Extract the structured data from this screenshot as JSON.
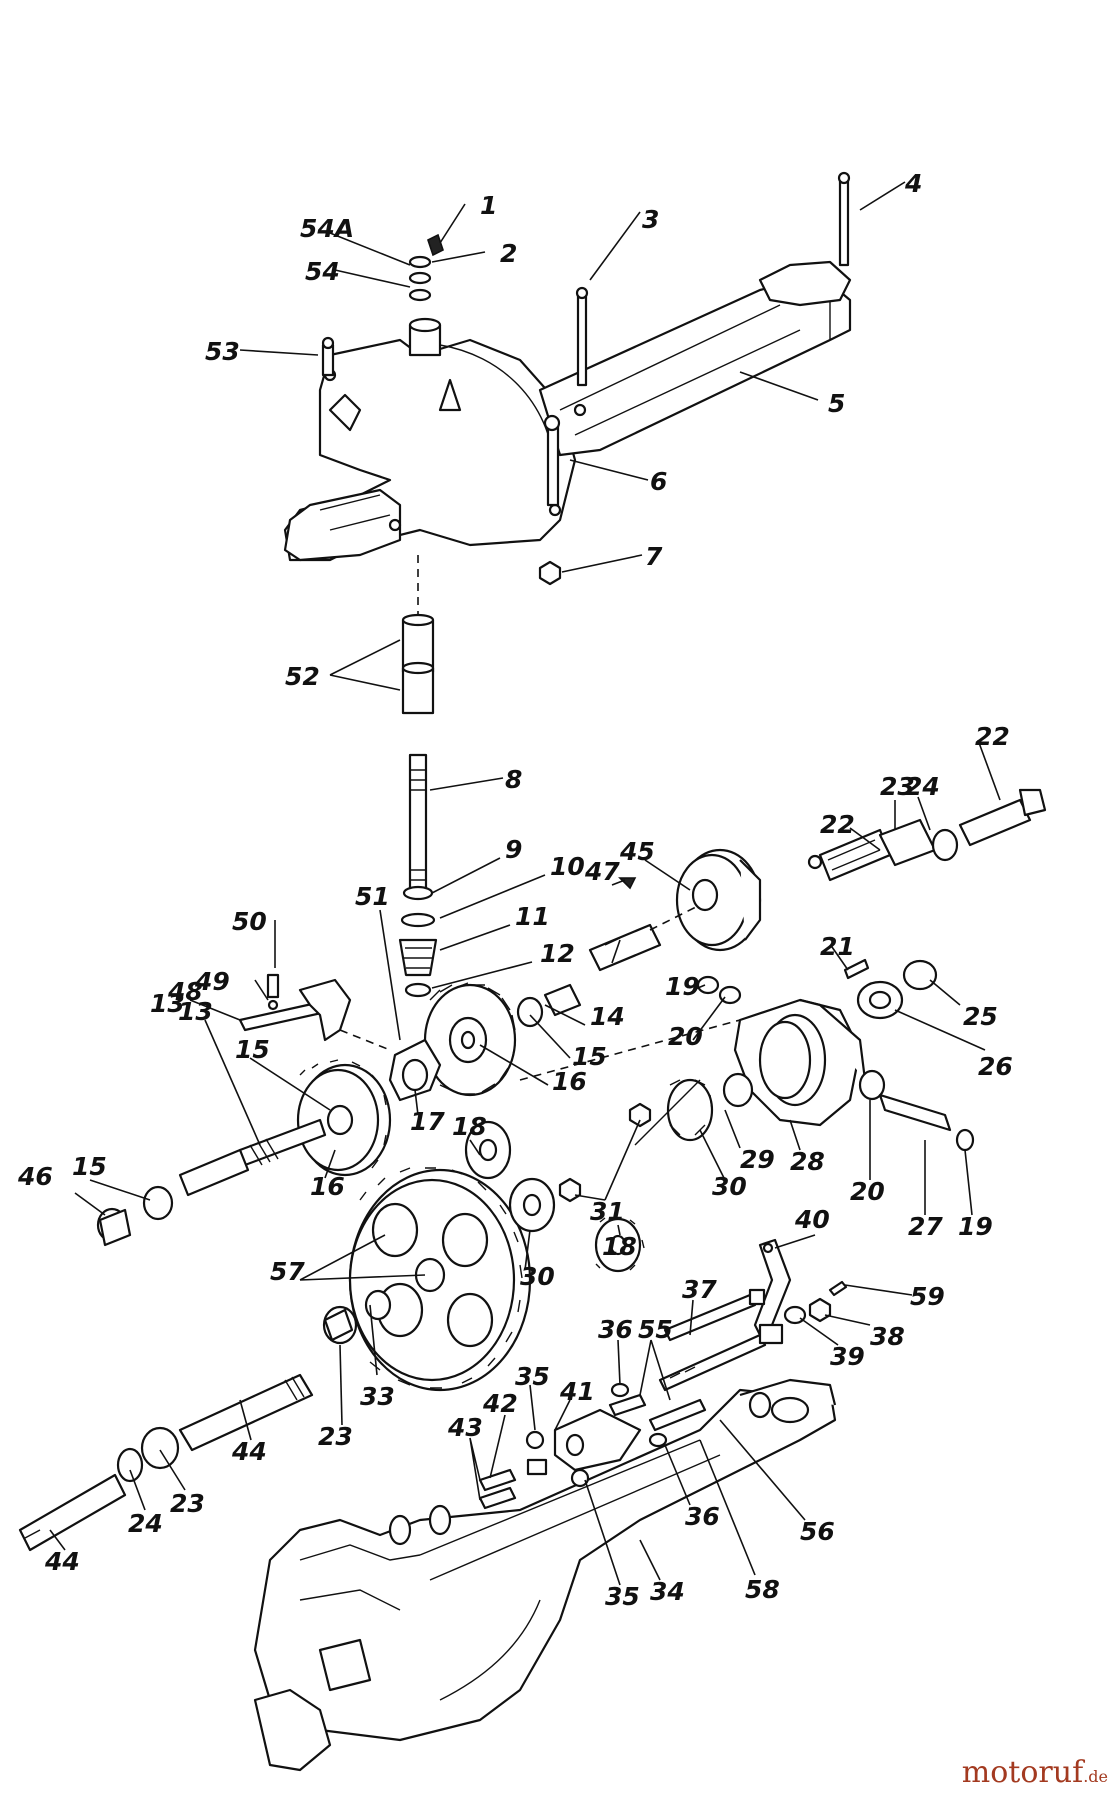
{
  "diagram": {
    "labels": [
      "54A",
      "1",
      "2",
      "54",
      "3",
      "4",
      "53",
      "5",
      "6",
      "7",
      "52",
      "8",
      "22",
      "23",
      "24",
      "22",
      "45",
      "47",
      "9",
      "10",
      "11",
      "12",
      "50",
      "49",
      "13",
      "48",
      "51",
      "21",
      "19",
      "20",
      "25",
      "14",
      "15",
      "16",
      "26",
      "17",
      "18",
      "13",
      "15",
      "16",
      "15",
      "46",
      "28",
      "29",
      "30",
      "20",
      "27",
      "19",
      "31",
      "18",
      "57",
      "30",
      "40",
      "59",
      "38",
      "39",
      "37",
      "36",
      "55",
      "33",
      "23",
      "41",
      "35",
      "42",
      "44",
      "43",
      "23",
      "24",
      "36",
      "56",
      "44",
      "35",
      "34",
      "58"
    ]
  },
  "watermark": {
    "name": "motoruf",
    "tld": ".de"
  }
}
